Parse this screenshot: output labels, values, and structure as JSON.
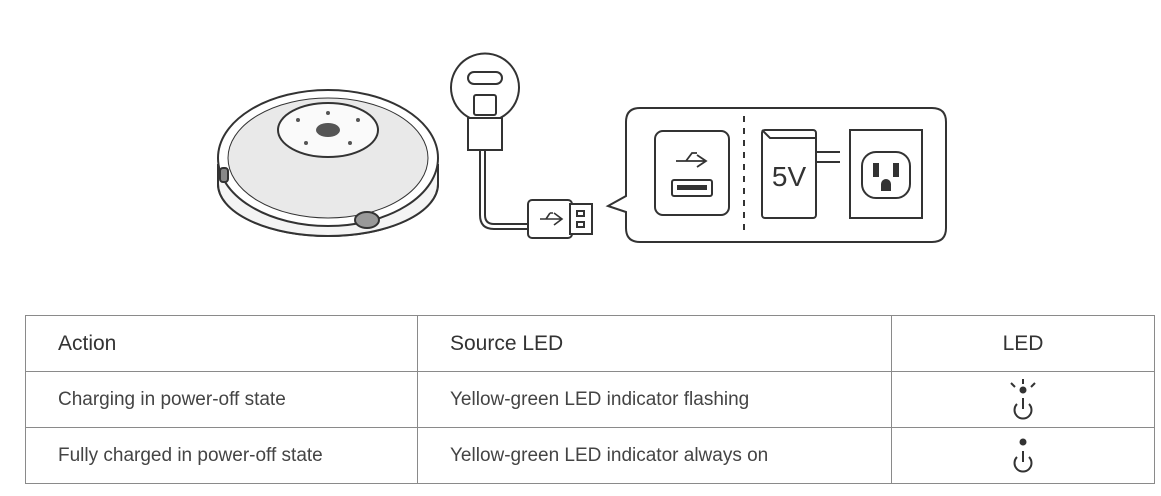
{
  "illustration": {
    "voltage_label": "5V",
    "icons": [
      "speakerphone",
      "usb-c-plug",
      "usb-a-plug",
      "usb-port-icon",
      "power-adapter",
      "wall-outlet"
    ]
  },
  "table": {
    "headers": [
      "Action",
      "Source LED",
      "LED"
    ],
    "rows": [
      {
        "action": "Charging in power-off state",
        "source_led": "Yellow-green LED indicator flashing",
        "led_icon": "power-led-flashing-icon"
      },
      {
        "action": "Fully charged in power-off state",
        "source_led": "Yellow-green LED indicator always on",
        "led_icon": "power-led-on-icon"
      }
    ]
  }
}
